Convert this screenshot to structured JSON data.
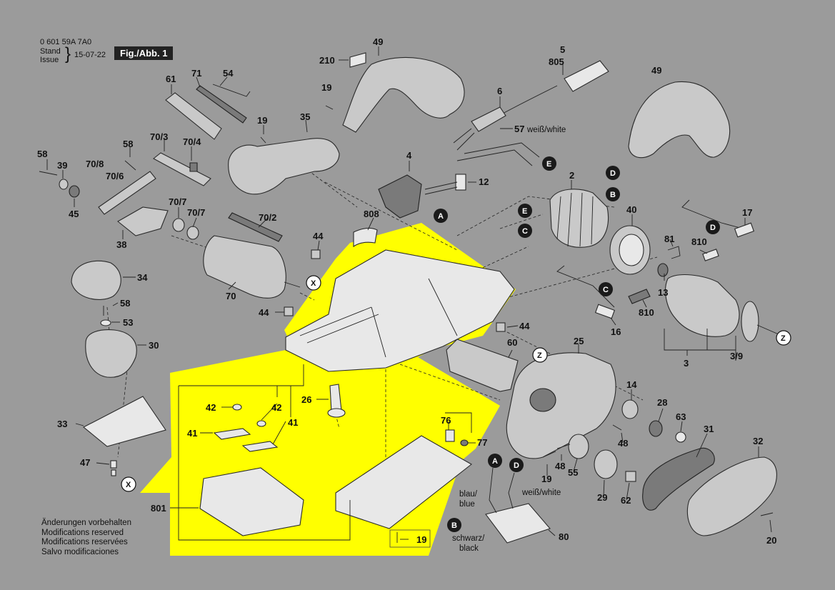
{
  "header": {
    "doc_number": "0 601 59A 7A0",
    "stand_label": "Stand",
    "issue_label": "Issue",
    "brace": "}",
    "issue_date": "15-07-22",
    "figure_title": "Fig./Abb. 1"
  },
  "notes": [
    "Änderungen vorbehalten",
    "Modifications reserved",
    "Modifications reservées",
    "Salvo modificaciones"
  ],
  "part_labels": {
    "p210": "210",
    "p49a": "49",
    "p49b": "49",
    "p5": "5",
    "p805": "805",
    "p6": "6",
    "p57": "57",
    "p57_note": "weiß/white",
    "p19a": "19",
    "p61": "61",
    "p71": "71",
    "p54": "54",
    "p19b": "19",
    "p35": "35",
    "p4": "4",
    "p12": "12",
    "p2": "2",
    "p17": "17",
    "p58a": "58",
    "p39": "39",
    "p70_8": "70/8",
    "p70_6": "70/6",
    "p70_3": "70/3",
    "p70_4": "70/4",
    "p58b": "58",
    "p45": "45",
    "p70_7a": "70/7",
    "p70_7b": "70/7",
    "p38": "38",
    "p70_2": "70/2",
    "p808": "808",
    "p40": "40",
    "p810a": "810",
    "p81": "81",
    "p44a": "44",
    "p70": "70",
    "p34": "34",
    "p58c": "58",
    "p53": "53",
    "p44b": "44",
    "p44c": "44",
    "p13": "13",
    "p810b": "810",
    "p16": "16",
    "p30": "30",
    "p60": "60",
    "p25": "25",
    "p3": "3",
    "p3_9": "3/9",
    "p26": "26",
    "p42a": "42",
    "p42b": "42",
    "p41a": "41",
    "p41b": "41",
    "p14": "14",
    "p28": "28",
    "p63": "63",
    "p31": "31",
    "p32": "32",
    "p33": "33",
    "p76": "76",
    "p77": "77",
    "p48a": "48",
    "p48b": "48",
    "p47": "47",
    "p19c": "19",
    "p55": "55",
    "p29": "29",
    "p62": "62",
    "p801": "801",
    "p19d": "19",
    "p80": "80",
    "p20": "20"
  },
  "wire_labels": {
    "blau": "blau/",
    "blue": "blue",
    "weiss": "weiß/white",
    "schwarz": "schwarz/",
    "black": "black"
  },
  "connector_letters": {
    "A": "A",
    "B": "B",
    "C": "C",
    "D": "D",
    "E": "E",
    "X": "X",
    "Z": "Z"
  },
  "colors": {
    "background": "#9b9b9b",
    "highlight": "#ffff00",
    "badge": "#1a1a1a"
  }
}
